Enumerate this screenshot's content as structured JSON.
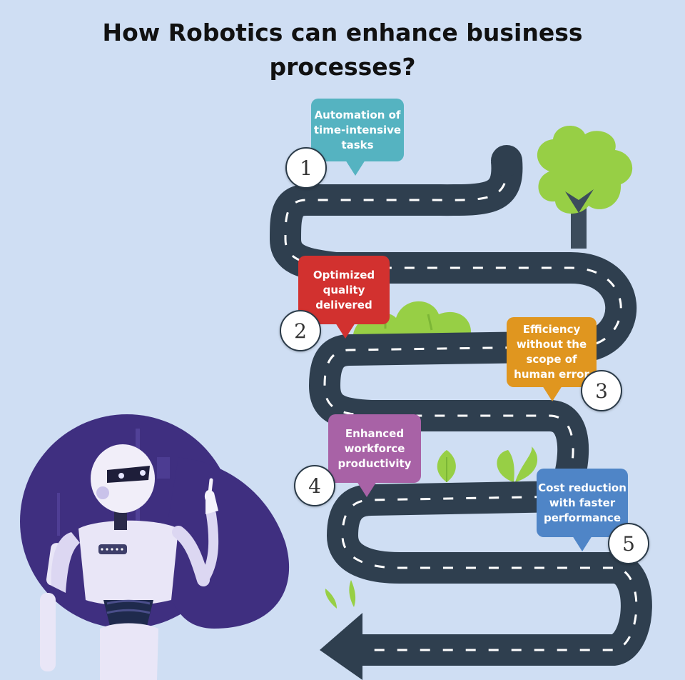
{
  "title": {
    "line1": "How Robotics can enhance business",
    "line2": "processes?"
  },
  "steps": [
    {
      "number": "1",
      "lines": [
        "Automation of",
        "time-intensive",
        "tasks"
      ],
      "color": "#55b3c1"
    },
    {
      "number": "2",
      "lines": [
        "Optimized",
        "quality",
        "delivered"
      ],
      "color": "#d2312f"
    },
    {
      "number": "3",
      "lines": [
        "Efficiency",
        "without the",
        "scope of",
        "human error"
      ],
      "color": "#e0961f"
    },
    {
      "number": "4",
      "lines": [
        "Enhanced",
        "workforce",
        "productivity"
      ],
      "color": "#a862a6"
    },
    {
      "number": "5",
      "lines": [
        "Cost reduction",
        "with faster",
        "performance"
      ],
      "color": "#4f85c7"
    }
  ],
  "colors": {
    "background": "#cfdef3",
    "road": "#2f3f4f",
    "tree_leaves": "#97cf45",
    "robot_circle": "#3f2f80"
  }
}
